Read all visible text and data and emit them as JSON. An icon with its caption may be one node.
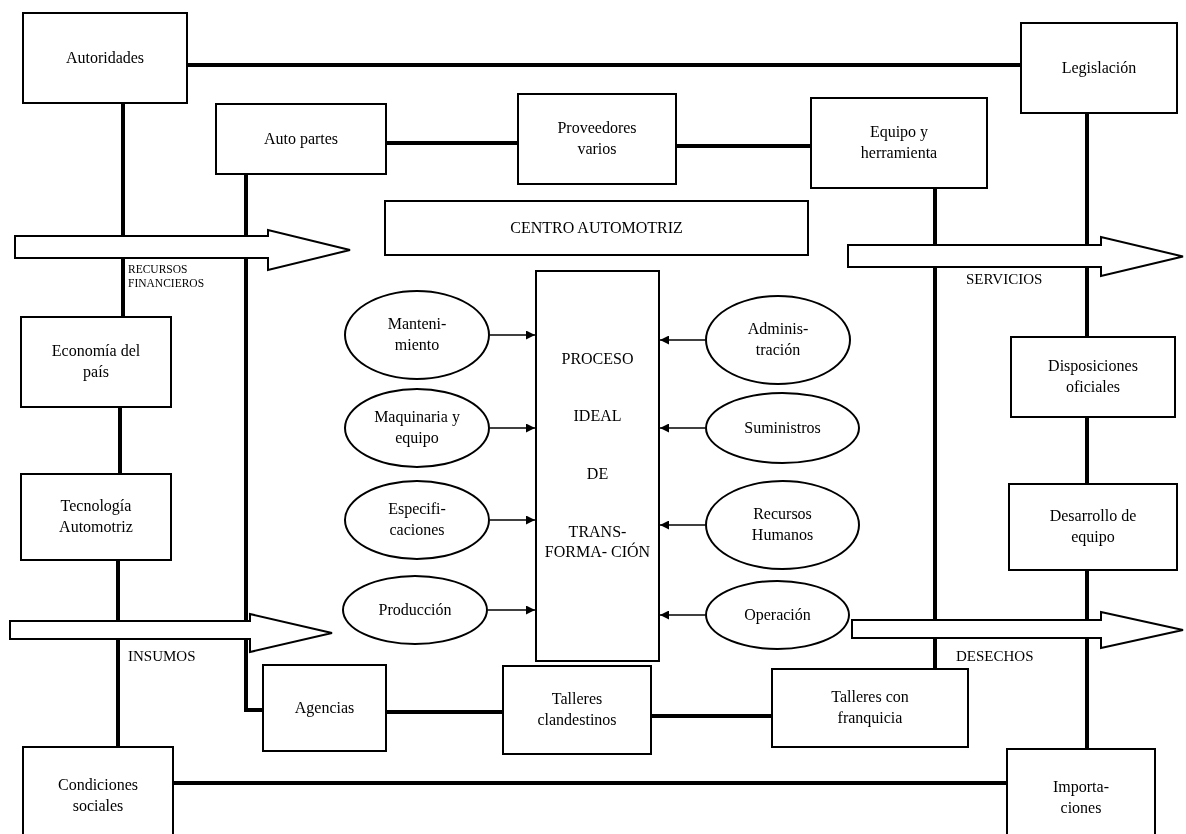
{
  "diagram": {
    "nodes": [
      {
        "text": [
          "Autoridades"
        ]
      },
      {
        "text": [
          "Legislación"
        ]
      },
      {
        "text": [
          "Auto partes"
        ]
      },
      {
        "text": [
          "Proveedores varios"
        ]
      },
      {
        "text": [
          "Equipo y herramienta"
        ]
      },
      {
        "text": [
          "CENTRO AUTOMOTRIZ"
        ]
      },
      {
        "text": [
          "Economía del país"
        ]
      },
      {
        "text": [
          "Disposiciones oficiales"
        ]
      },
      {
        "text": [
          "Tecnología Automotriz"
        ]
      },
      {
        "text": [
          "Desarrollo de equipo"
        ]
      },
      {
        "text": [
          "Manteni- miento"
        ]
      },
      {
        "text": [
          "PROCESO",
          "IDEAL",
          "DE",
          "TRANS- FORMA- CIÓN"
        ]
      },
      {
        "text": [
          "Adminis- tración"
        ]
      },
      {
        "text": [
          "Maquinaria y equipo"
        ]
      },
      {
        "text": [
          "Suministros"
        ]
      },
      {
        "text": [
          "Especifi- caciones"
        ]
      },
      {
        "text": [
          "Recursos Humanos"
        ]
      },
      {
        "text": [
          "Producción"
        ]
      },
      {
        "text": [
          "Operación"
        ]
      },
      {
        "text": [
          "Agencias"
        ]
      },
      {
        "text": [
          "Talleres clandestinos"
        ]
      },
      {
        "text": [
          "Talleres con franquicia"
        ]
      },
      {
        "text": [
          "Condiciones sociales"
        ]
      },
      {
        "text": [
          "Importa- ciones"
        ]
      }
    ],
    "edges": [
      {
        "from": 0,
        "to": 1,
        "arrow": "none"
      },
      {
        "from": 0,
        "to": 6,
        "arrow": "none"
      },
      {
        "from": 6,
        "to": 8,
        "arrow": "none"
      },
      {
        "from": 8,
        "to": 22,
        "arrow": "none"
      },
      {
        "from": 2,
        "to": 3,
        "arrow": "none"
      },
      {
        "from": 3,
        "to": 4,
        "arrow": "none"
      },
      {
        "from": 2,
        "to": 19,
        "arrow": "none"
      },
      {
        "from": 19,
        "to": 20,
        "arrow": "none"
      },
      {
        "from": 20,
        "to": 21,
        "arrow": "none"
      },
      {
        "from": 4,
        "to": 21,
        "arrow": "none"
      },
      {
        "from": 1,
        "to": 7,
        "arrow": "none"
      },
      {
        "from": 7,
        "to": 9,
        "arrow": "none"
      },
      {
        "from": 9,
        "to": 23,
        "arrow": "none"
      },
      {
        "from": 22,
        "to": 23,
        "arrow": "none"
      },
      {
        "from": 10,
        "to": 11,
        "arrow": "to"
      },
      {
        "from": 13,
        "to": 11,
        "arrow": "to"
      },
      {
        "from": 15,
        "to": 11,
        "arrow": "to"
      },
      {
        "from": 17,
        "to": 11,
        "arrow": "to"
      },
      {
        "from": 12,
        "to": 11,
        "arrow": "to"
      },
      {
        "from": 14,
        "to": 11,
        "arrow": "to"
      },
      {
        "from": 16,
        "to": 11,
        "arrow": "to"
      },
      {
        "from": 18,
        "to": 11,
        "arrow": "to"
      }
    ],
    "labels": [
      "RECURSOS FINANCIEROS",
      "SERVICIOS",
      "INSUMOS",
      "DESECHOS"
    ]
  }
}
